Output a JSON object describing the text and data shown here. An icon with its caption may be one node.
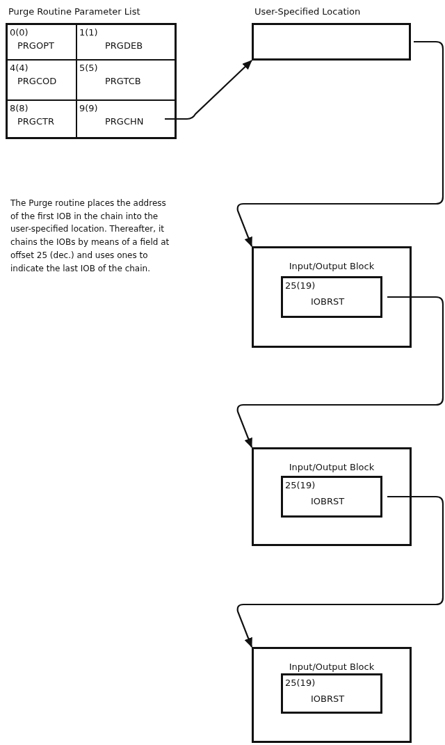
{
  "diagram": {
    "nodes": [
      {
        "text": [
          "Purge Routine Parameter List"
        ]
      },
      {
        "text": [
          "0(0)",
          "PRGOPT"
        ],
        "in": 0
      },
      {
        "text": [
          "1(1)",
          "PRGDEB"
        ],
        "in": 0
      },
      {
        "text": [
          "4(4)",
          "PRGCOD"
        ],
        "in": 0
      },
      {
        "text": [
          "5(5)",
          "PRGTCB"
        ],
        "in": 0
      },
      {
        "text": [
          "8(8)",
          "PRGCTR"
        ],
        "in": 0
      },
      {
        "text": [
          "9(9)",
          "PRGCHN"
        ],
        "in": 0
      },
      {
        "text": [
          "User-Specified Location"
        ]
      },
      {
        "text": [
          "Input/Output Block"
        ]
      },
      {
        "text": [
          "25(19)",
          "IOBRST"
        ],
        "in": 8
      },
      {
        "text": [
          "Input/Output Block"
        ]
      },
      {
        "text": [
          "25(19)",
          "IOBRST"
        ],
        "in": 10
      },
      {
        "text": [
          "Input/Output Block"
        ]
      },
      {
        "text": [
          "25(19)",
          "IOBRST"
        ],
        "in": 12
      }
    ],
    "edges": [
      {
        "from": 6,
        "to": 7,
        "arrow": "to"
      },
      {
        "from": 7,
        "to": 8,
        "arrow": "to"
      },
      {
        "from": 9,
        "to": 10,
        "arrow": "to"
      },
      {
        "from": 11,
        "to": 12,
        "arrow": "to"
      }
    ],
    "labels": [
      "The Purge routine places the address of the first IOB in the chain into the user-specified location. Thereafter, it chains the IOBs by means of a field at offset 25 (dec.) and uses ones to indicate the last IOB of the chain."
    ]
  }
}
